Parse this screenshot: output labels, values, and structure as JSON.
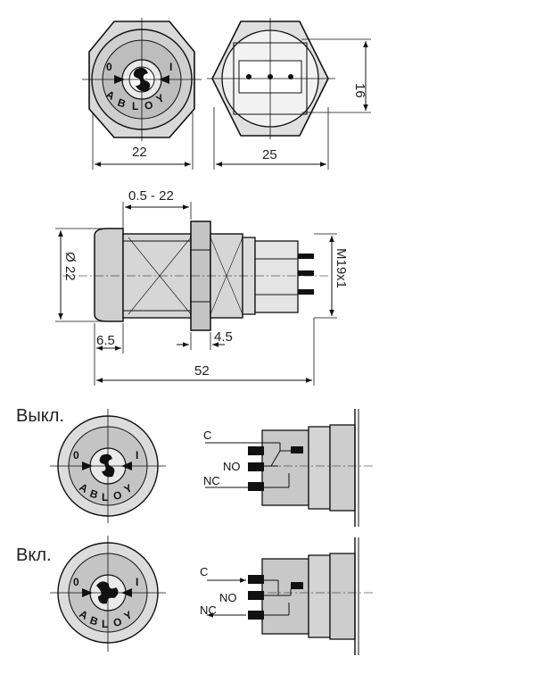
{
  "top_view": {
    "mark_off": "0",
    "mark_on": "I",
    "brand_letters": [
      "A",
      "B",
      "L",
      "O",
      "Y"
    ],
    "width_dim": "22"
  },
  "back_view": {
    "width_dim": "25",
    "height_dim": "16"
  },
  "side_view": {
    "panel_range_dim": "0.5 - 22",
    "diameter_dim": "Ø 22",
    "thread_dim": "M19x1",
    "head_dim": "6.5",
    "nut_dim": "4.5",
    "length_dim": "52"
  },
  "state_off": {
    "title": "Выкл.",
    "mark_off": "0",
    "mark_on": "I",
    "brand_letters": [
      "A",
      "B",
      "L",
      "O",
      "Y"
    ],
    "pin_c": "C",
    "pin_no": "NO",
    "pin_nc": "NC"
  },
  "state_on": {
    "title": "Вкл.",
    "mark_off": "0",
    "mark_on": "I",
    "brand_letters": [
      "A",
      "B",
      "L",
      "O",
      "Y"
    ],
    "pin_c": "C",
    "pin_no": "NO",
    "pin_nc": "NC"
  },
  "colors": {
    "body_fill": "#c8c8c8",
    "light_fill": "#e6e6e6",
    "line": "#111111"
  }
}
